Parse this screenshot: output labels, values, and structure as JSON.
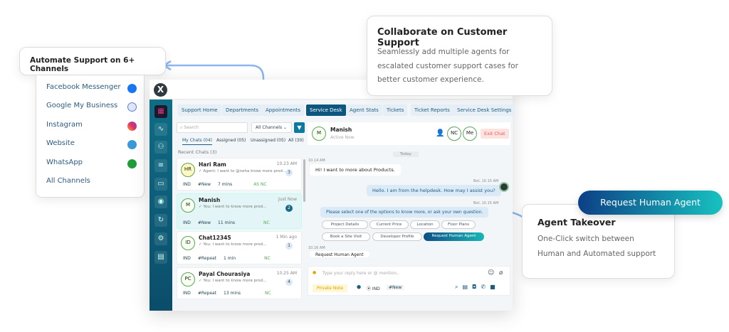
{
  "automate_card": {
    "title": "Automate Support on 6+ Channels"
  },
  "channels": [
    {
      "label": "Facebook Messenger",
      "icon": "facebook-messenger-icon",
      "color": "#1877f2"
    },
    {
      "label": "Google My Business",
      "icon": "google-my-business-icon",
      "color": "#5b7fd6"
    },
    {
      "label": "Instagram",
      "icon": "instagram-icon",
      "color": "#e1306c"
    },
    {
      "label": "Website",
      "icon": "globe-icon",
      "color": "#3a9ad9"
    },
    {
      "label": "WhatsApp",
      "icon": "whatsapp-icon",
      "color": "#1f9d3a"
    },
    {
      "label": "All Channels"
    }
  ],
  "collab_card": {
    "title": "Collaborate on Customer Support",
    "body": "Seamlessly add multiple agents for escalated customer support cases for better customer experience."
  },
  "takeover_card": {
    "title": "Agent Takeover",
    "line1": "One-Click switch between",
    "line2": "Human and Automated support",
    "pill": "Request Human Agent"
  },
  "app": {
    "logo": "X",
    "tabs": [
      "Support Home",
      "Departments",
      "Appointments",
      "Service Desk",
      "Agent Stats",
      "Tickets",
      "Ticket Reports",
      "Service Desk Settings"
    ],
    "active_tab": "Service Desk",
    "search_placeholder": "Search",
    "channel_select": "All Channels",
    "filters": [
      "My Chats (04)",
      "Assigned (05)",
      "Unassigned (05)",
      "All (30)"
    ],
    "recent": "Recent Chats (3)",
    "chats": [
      {
        "initials": "HR",
        "name": "Hari Ram",
        "time": "10.23 AM",
        "preview": "✓ Agent: I want to @neha know more prod...",
        "count": "3",
        "loc": "IND",
        "tag": "#New",
        "wait": "7 mins",
        "agents": "AS NC"
      },
      {
        "initials": "M",
        "name": "Manish",
        "time": "Just Now",
        "preview": "✓ You: I want to know more prod...",
        "count": "2",
        "loc": "IND",
        "tag": "#New",
        "wait": "11 mins",
        "agents": "NC"
      },
      {
        "initials": "ID",
        "name": "Chat12345",
        "time": "1 Min ago",
        "preview": "✓ You: I want to know more prod...",
        "count": "1",
        "loc": "IND",
        "tag": "#Repeat",
        "wait": "1 min",
        "agents": "NC"
      },
      {
        "initials": "PC",
        "name": "Payal Chourasiya",
        "time": "10.25 AM",
        "preview": "✓ You: I want to know more prod...",
        "count": "4",
        "loc": "IND",
        "tag": "#Repeat",
        "wait": "13 mins",
        "agents": "NC"
      }
    ],
    "chat": {
      "initials": "M",
      "name": "Manish",
      "status": "Active Now",
      "agents": [
        "NC",
        "Me"
      ],
      "exit": "Exit Chat",
      "day": "Today",
      "t1": "10.14 AM",
      "m1": "Hi! I want to more about Products.",
      "t2": "Bot, 10.15 AM",
      "m2": "Hello. I am from the helpdesk. How may I assist you?",
      "t3": "Bot, 10.15 AM",
      "m3": "Please select one of the options to know more, or ask your own question.",
      "options": [
        "Project Details",
        "Current Price",
        "Location",
        "Floor Plans",
        "Book a Site Visit",
        "Developer Profile",
        "Request Human Agent"
      ],
      "t4": "10.16 AM",
      "m4": "Request Human Agent",
      "reply_placeholder": "Type your reply here or @ mention..",
      "private_note": "Private Note",
      "loc": "IND",
      "tag": "#New"
    }
  }
}
